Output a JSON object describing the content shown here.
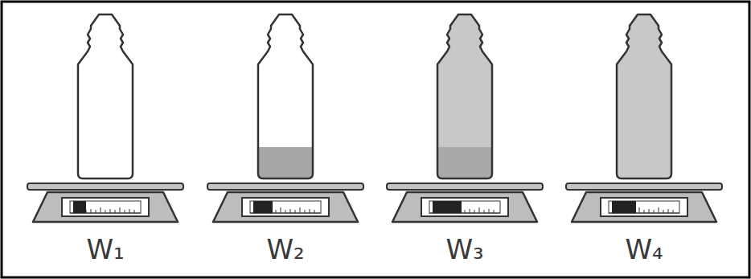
{
  "diagram": {
    "labels": [
      "W₁",
      "W₂",
      "W₃",
      "W₄"
    ]
  }
}
